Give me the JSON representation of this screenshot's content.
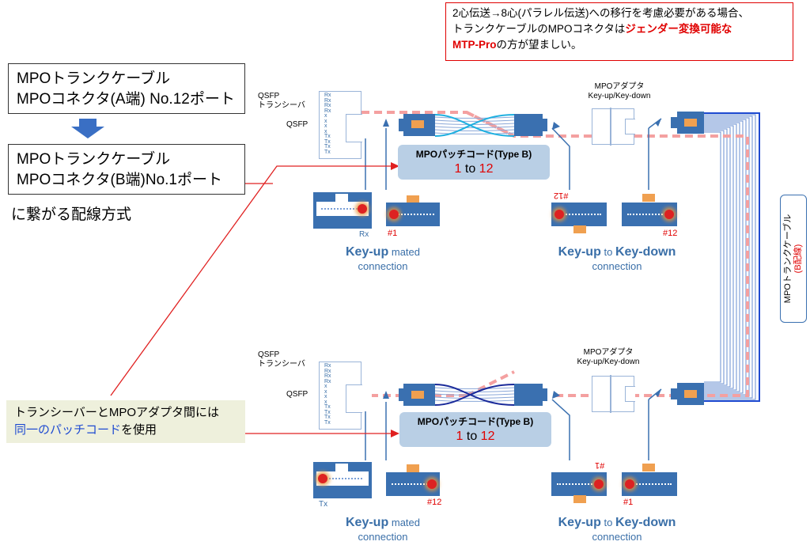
{
  "note": {
    "line1": "2心伝送→8心(パラレル伝送)への移行を考慮必要がある場合、",
    "line2_a": "トランクケーブルのMPOコネクタは",
    "line2_b": "ジェンダー変換可能な",
    "line3_a": "MTP-Pro",
    "line3_b": "の方が望ましい。"
  },
  "left": {
    "box1_l1": "MPOトランクケーブル",
    "box1_l2": "MPOコネクタ(A端) No.12ポート",
    "box2_l1": "MPOトランクケーブル",
    "box2_l2": "MPOコネクタ(B端)No.1ポート",
    "caption": "に繋がる配線方式",
    "callout_l1": "トランシーバーとMPOアダプタ間には",
    "callout_l2_a": "同一のパッチコード",
    "callout_l2_b": "を使用"
  },
  "top": {
    "qsfp_trans_l1": "QSFP",
    "qsfp_trans_l2": "トランシーバ",
    "qsfp": "QSFP",
    "adapter_l1": "MPOアダプタ",
    "adapter_l2": "Key-up/Key-down",
    "patch_title": "MPOパッチコード(Type B)",
    "patch_from": "1",
    "patch_to_word": "to",
    "patch_to": "12",
    "rx": "Rx",
    "n1": "#1",
    "n12_flipped": "#12",
    "n12": "#12",
    "mated_a": "Key-up",
    "mated_b": "mated",
    "mated_c": "connection",
    "kd_a": "Key-up",
    "kd_b": "to",
    "kd_c": "Key-down",
    "kd_d": "connection"
  },
  "bottom": {
    "qsfp_trans_l1": "QSFP",
    "qsfp_trans_l2": "トランシーバ",
    "qsfp": "QSFP",
    "adapter_l1": "MPOアダプタ",
    "adapter_l2": "Key-up/Key-down",
    "patch_title": "MPOパッチコード(Type B)",
    "patch_from": "1",
    "patch_to_word": "to",
    "patch_to": "12",
    "tx": "Tx",
    "n12": "#12",
    "n1_flipped": "#1",
    "n1": "#1",
    "mated_a": "Key-up",
    "mated_b": "mated",
    "mated_c": "connection",
    "kd_a": "Key-up",
    "kd_b": "to",
    "kd_c": "Key-down",
    "kd_d": "connection"
  },
  "trunk": {
    "label": "MPOトランクケーブル",
    "sub": "(B配線)"
  },
  "fiber_labels": [
    "Rx",
    "Rx",
    "Rx",
    "Rx",
    "x",
    "x",
    "x",
    "x",
    "Tx",
    "Tx",
    "Tx",
    "Tx"
  ],
  "colors": {
    "connector": "#3a70b0",
    "accent_red": "#e00000",
    "patch_bg": "#b9cfe5",
    "dashed": "#f4a0a0"
  }
}
